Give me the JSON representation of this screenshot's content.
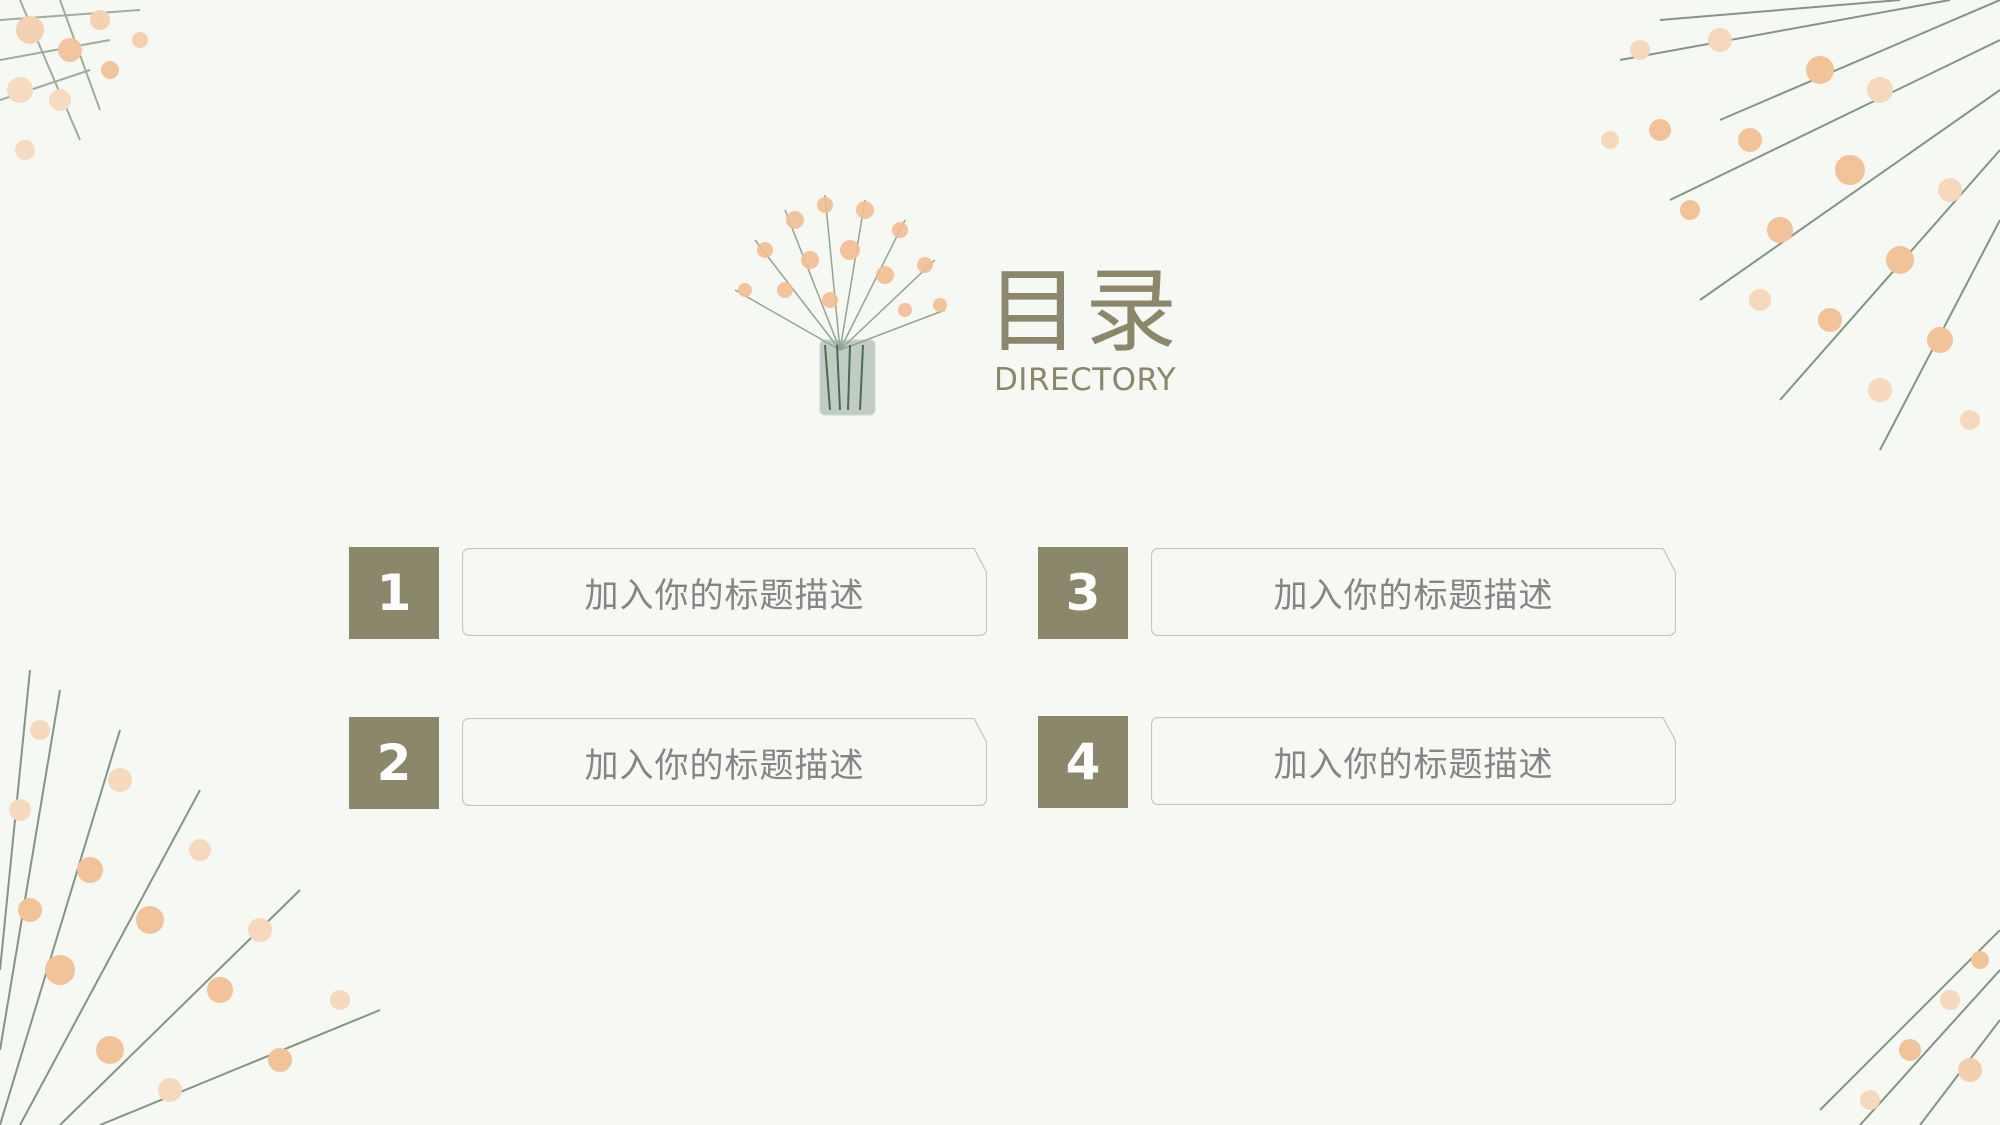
{
  "slide": {
    "title_cn": "目录",
    "title_en": "DIRECTORY",
    "accent_color": "#8a876b",
    "background_color": "#f6f8f3",
    "illustration": "flower-vase-icon"
  },
  "items": [
    {
      "number": "1",
      "label": "加入你的标题描述"
    },
    {
      "number": "2",
      "label": "加入你的标题描述"
    },
    {
      "number": "3",
      "label": "加入你的标题描述"
    },
    {
      "number": "4",
      "label": "加入你的标题描述"
    }
  ],
  "decorations": [
    "floral-top-left",
    "floral-top-right",
    "floral-bottom-left",
    "floral-bottom-right"
  ]
}
